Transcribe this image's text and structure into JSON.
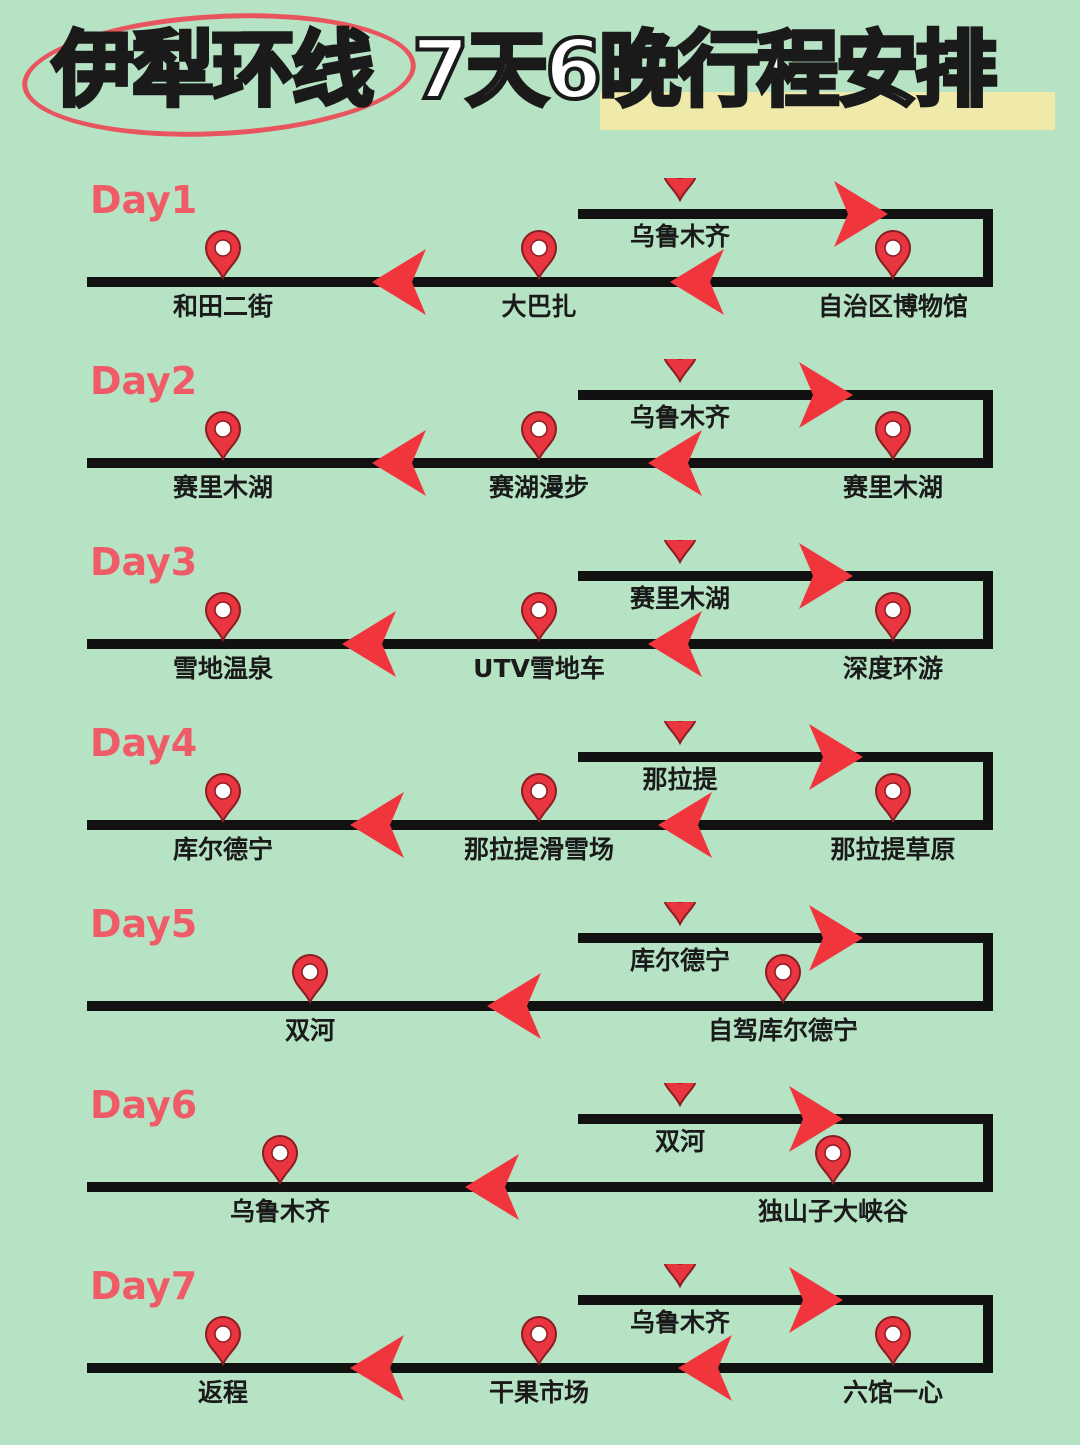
{
  "title": {
    "part1": "伊犁环线",
    "part2": "7天6晚行程安排"
  },
  "colors": {
    "background": "#b6e3c4",
    "day_label": "#ef5b67",
    "arrow": "#f0353d",
    "pin": "#e8353f",
    "line": "#111111"
  },
  "days": [
    {
      "label": "Day1",
      "upper": "乌鲁木齐",
      "turn": "自治区博物馆",
      "mid": "大巴扎",
      "end": "和田二街"
    },
    {
      "label": "Day2",
      "upper": "乌鲁木齐",
      "turn": "赛里木湖",
      "mid": "赛湖漫步",
      "end": "赛里木湖"
    },
    {
      "label": "Day3",
      "upper": "赛里木湖",
      "turn": "深度环游",
      "mid": "UTV雪地车",
      "end": "雪地温泉"
    },
    {
      "label": "Day4",
      "upper": "那拉提",
      "turn": "那拉提草原",
      "mid": "那拉提滑雪场",
      "end": "库尔德宁"
    },
    {
      "label": "Day5",
      "upper": "库尔德宁",
      "turn": "自驾库尔德宁",
      "mid": "",
      "end": "双河"
    },
    {
      "label": "Day6",
      "upper": "双河",
      "turn": "独山子大峡谷",
      "mid": "",
      "end": "乌鲁木齐"
    },
    {
      "label": "Day7",
      "upper": "乌鲁木齐",
      "turn": "六馆一心",
      "mid": "干果市场",
      "end": "返程"
    }
  ]
}
